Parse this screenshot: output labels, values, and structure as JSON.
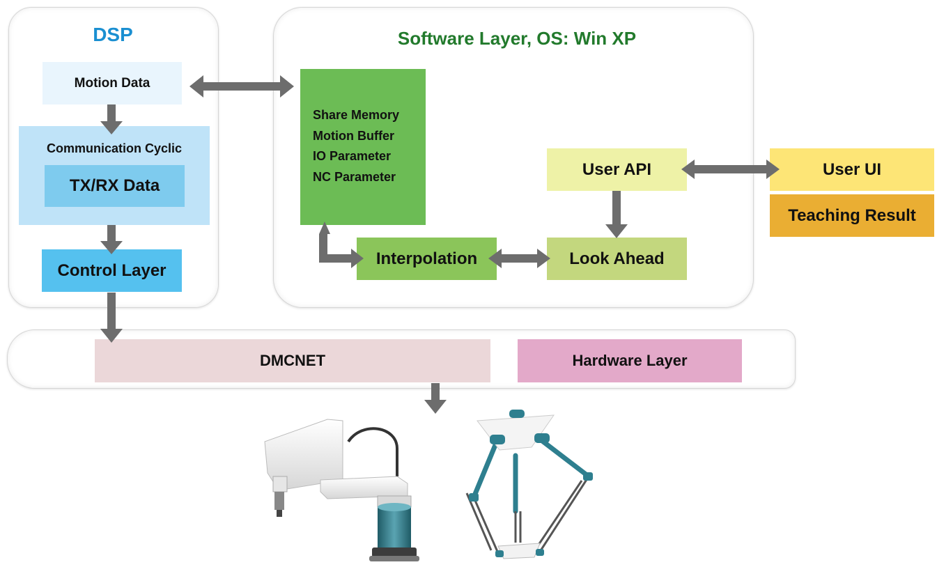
{
  "dsp": {
    "title": "DSP",
    "motion_data": "Motion Data",
    "comm_cyclic": "Communication Cyclic",
    "txrx_data": "TX/RX Data",
    "control_layer": "Control Layer"
  },
  "software": {
    "title": "Software Layer, OS: Win XP",
    "memory_lines": [
      "Share Memory",
      "Motion Buffer",
      "IO Parameter",
      "NC Parameter"
    ],
    "interpolation": "Interpolation",
    "look_ahead": "Look Ahead",
    "user_api": "User API"
  },
  "user": {
    "user_ui": "User UI",
    "teaching_result": "Teaching Result"
  },
  "network": {
    "dmcnet": "DMCNET",
    "hardware_layer": "Hardware Layer"
  },
  "colors": {
    "dsp_title": "#1a8fd1",
    "software_title": "#227a2c",
    "motion_data": "#e9f5fd",
    "comm_cyclic": "#bfe3f8",
    "txrx": "#7ecbee",
    "control_layer": "#55c1ef",
    "memory": "#6cbc55",
    "interpolation": "#8bc55a",
    "look_ahead": "#c3d77e",
    "user_api": "#eef2a7",
    "user_ui": "#fde576",
    "teaching_result": "#eaae33",
    "dmcnet": "#ebd7d9",
    "hardware_layer": "#e3a9c9",
    "arrow": "#6d6d6d",
    "robot_teal": "#2e7f8f"
  },
  "icons": [
    "scara-robot-icon",
    "delta-robot-icon"
  ]
}
